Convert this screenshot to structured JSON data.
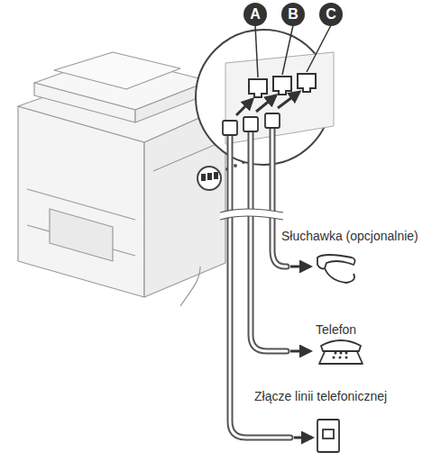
{
  "diagram": {
    "labels": [
      "A",
      "B",
      "C",
      "Słuchawka (opcjonalnie)",
      "Telefon",
      "Złącze linii telefonicznej"
    ]
  }
}
